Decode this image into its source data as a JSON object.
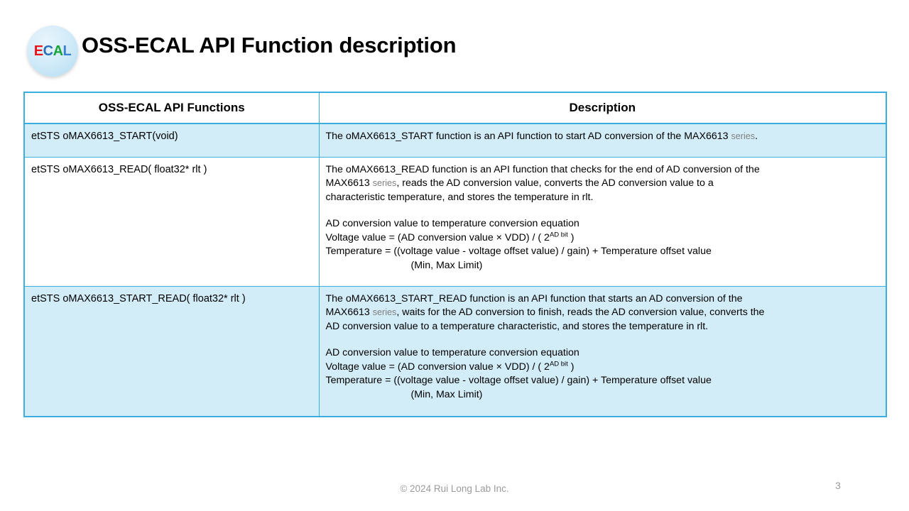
{
  "slide": {
    "title": "OSS-ECAL API Function description",
    "logo": {
      "name": "ecal-logo",
      "letters": [
        "E",
        "C",
        "A",
        "L"
      ],
      "colors": [
        "#e8161b",
        "#2a6fb5",
        "#1aa53a",
        "#3b7fd4"
      ],
      "background": "#d4ecf9"
    },
    "accent_color": "#3aaede",
    "row_shade_color": "#d2ecf8"
  },
  "table": {
    "headers": {
      "functions": "OSS-ECAL API Functions",
      "description": "Description"
    },
    "rows": [
      {
        "signature": "etSTS oMAX6613_START(void)",
        "desc_line_1_a": "The oMAX6613_START function is an API function to start AD conversion of the MAX6613 ",
        "desc_line_1_series": "series",
        "desc_line_1_b": "."
      },
      {
        "signature": "etSTS oMAX6613_READ( float32* rlt )",
        "desc_line_1": "The oMAX6613_READ function is an API function that checks for the end of AD conversion of the",
        "desc_line_2_a": "MAX6613 ",
        "desc_line_2_series": "series",
        "desc_line_2_b": ", reads the AD conversion value, converts the AD conversion value to a",
        "desc_line_3": "characteristic temperature, and stores the temperature in rlt.",
        "eq_heading": "AD conversion value to temperature conversion equation",
        "eq_voltage_a": "Voltage value = (AD conversion value × VDD) / ( 2",
        "eq_voltage_sup": "AD bit",
        "eq_voltage_b": " )",
        "eq_temperature": "Temperature = ((voltage value - voltage offset value) / gain) + Temperature offset value",
        "eq_limit": "(Min, Max Limit)"
      },
      {
        "signature": "etSTS oMAX6613_START_READ( float32* rlt )",
        "desc_line_1": "The oMAX6613_START_READ function is an API function that starts an AD conversion of the",
        "desc_line_2_a": "MAX6613 ",
        "desc_line_2_series": "series",
        "desc_line_2_b": ", waits for the AD conversion to finish, reads the AD conversion value, converts the",
        "desc_line_3": "AD conversion value to a temperature characteristic, and stores the temperature in rlt.",
        "eq_heading": "AD conversion value to temperature conversion equation",
        "eq_voltage_a": "Voltage value = (AD conversion value × VDD) / ( 2",
        "eq_voltage_sup": "AD bit",
        "eq_voltage_b": " )",
        "eq_temperature": "Temperature = ((voltage value - voltage offset value) / gain) + Temperature offset value",
        "eq_limit": "(Min, Max Limit)"
      }
    ]
  },
  "footer": {
    "copyright": "© 2024 Rui Long Lab Inc.",
    "page_number": "3"
  }
}
